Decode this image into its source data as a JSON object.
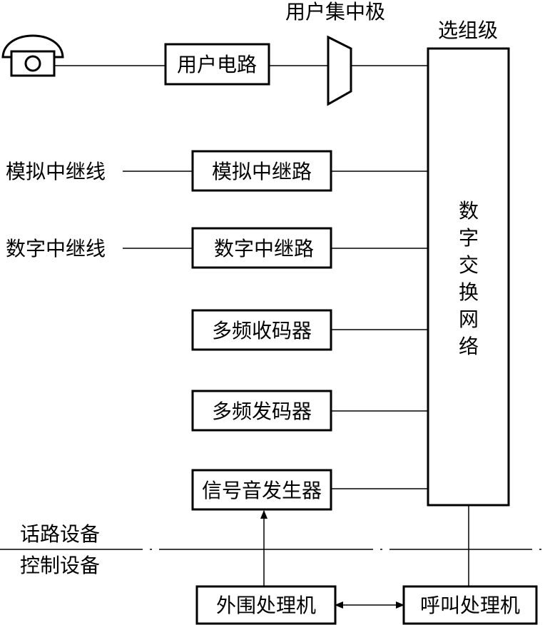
{
  "telephone": {
    "icon": "telephone-icon"
  },
  "labels": {
    "concentrator": "用户集中极",
    "group_stage": "选组级",
    "speech_equipment": "话路设备",
    "control_equipment": "控制设备"
  },
  "lines": {
    "analog_trunk_line": "模拟中继线",
    "digital_trunk_line": "数字中继线"
  },
  "boxes": {
    "subscriber_circuit": "用户电路",
    "analog_trunk": "模拟中继路",
    "digital_trunk": "数字中继路",
    "mf_receiver": "多频收码器",
    "mf_sender": "多频发码器",
    "tone_generator": "信号音发生器",
    "peripheral_processor": "外围处理机",
    "call_processor": "呼叫处理机"
  },
  "switch_network_chars": [
    "数",
    "字",
    "交",
    "换",
    "网",
    "络"
  ]
}
